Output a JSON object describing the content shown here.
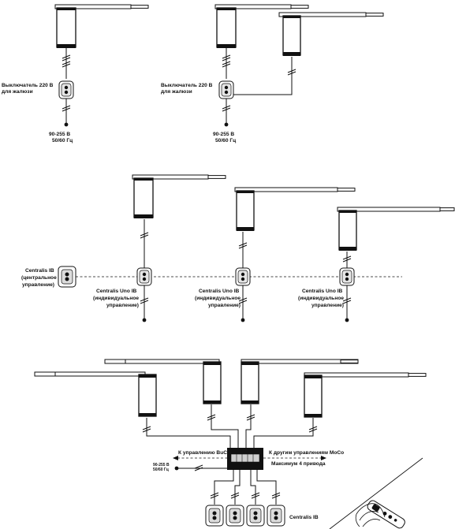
{
  "labels": {
    "switch_1_line1": "Выключатель 220 В",
    "switch_1_line2": "для жалюзи",
    "switch_2_line1": "Выключатель 220 В",
    "switch_2_line2": "для жалюзи",
    "supply_1_line1": "90-255 В",
    "supply_1_line2": "50/60 Гц",
    "supply_2_line1": "90-255 В",
    "supply_2_line2": "50/60 Гц",
    "central_line1": "Centralis IB",
    "central_line2": "(центральное",
    "central_line3": "управление)",
    "uno_1_line1": "Centralis Uno IB",
    "uno_1_line2": "(индивидуальное",
    "uno_1_line3": "управление)",
    "uno_2_line1": "Centralis Uno IB",
    "uno_2_line2": "(индивидуальное",
    "uno_2_line3": "управление)",
    "uno_3_line1": "Centralis Uno IB",
    "uno_3_line2": "(индивидуальное",
    "uno_3_line3": "управление)",
    "bus_left": "К управлению BuCo",
    "bus_right": "К другим управлениям MoCo",
    "max_drives": "Максимум 4 привода",
    "supply_3_line1": "90-255 В",
    "supply_3_line2": "50/60 Гц",
    "centralis_ib": "Centralis IB"
  }
}
